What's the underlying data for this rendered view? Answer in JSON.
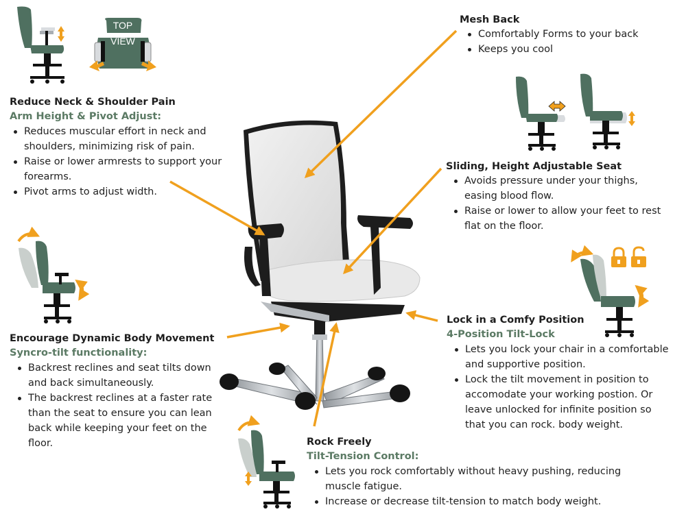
{
  "colors": {
    "accent": "#f0a01e",
    "green": "#5b7a64",
    "chair_green": "#4f7060",
    "metal": "#a9aeb3",
    "frame": "#1d1d1d"
  },
  "icons": {
    "up-down-arrow": "↕",
    "left-right-arrow": "↔",
    "lock": "lock-icon",
    "unlock": "unlock-icon"
  },
  "top_view_label": [
    "TOP",
    "VIEW"
  ],
  "neck": {
    "heading": "Reduce Neck & Shoulder Pain",
    "subheading": "Arm Height & Pivot Adjust:",
    "bullets": [
      "Reduces muscular effort in neck and shoulders, minimizing risk of pain.",
      "Raise or lower armrests to support your forearms.",
      "Pivot arms to adjust width."
    ]
  },
  "mesh": {
    "heading": "Mesh Back",
    "bullets": [
      "Comfortably Forms to your back",
      "Keeps you cool"
    ]
  },
  "seat": {
    "heading": "Sliding, Height Adjustable Seat",
    "bullets": [
      "Avoids pressure under your thighs, easing blood flow.",
      "Raise or lower to allow your feet to rest flat on the floor."
    ]
  },
  "dynamic": {
    "heading": "Encourage Dynamic Body Movement",
    "subheading": "Syncro-tilt functionality:",
    "bullets": [
      "Backrest reclines and seat tilts down and back simultaneously.",
      "The backrest reclines at a faster rate than the seat to ensure you can lean back while keeping your feet on the floor."
    ]
  },
  "lock": {
    "heading": "Lock in a Comfy Position",
    "subheading": "4-Position Tilt-Lock",
    "bullets": [
      "Lets you lock your chair in a comfortable and supportive position.",
      "Lock the tilt movement in position to accomodate your working postion. Or leave unlocked for infinite position so that you can rock. body weight."
    ]
  },
  "rock": {
    "heading": "Rock Freely",
    "subheading": "Tilt-Tension Control:",
    "bullets": [
      "Lets you rock comfortably without heavy pushing, reducing muscle fatigue.",
      "Increase or decrease tilt-tension to match body weight."
    ]
  }
}
